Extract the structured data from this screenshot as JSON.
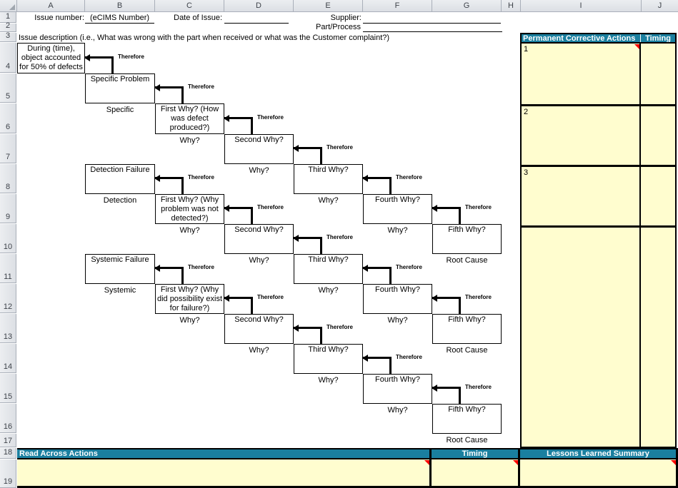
{
  "sheet": {
    "columns": [
      "A",
      "B",
      "C",
      "D",
      "E",
      "F",
      "G",
      "H",
      "I",
      "J"
    ],
    "rows": [
      "1",
      "2",
      "3",
      "4",
      "5",
      "6",
      "7",
      "8",
      "9",
      "10",
      "11",
      "12",
      "13",
      "14",
      "15",
      "16",
      "17",
      "18",
      "19"
    ]
  },
  "form": {
    "issue_number_label": "Issue number:",
    "issue_number_value": "(eCIMS Number)",
    "date_of_issue_label": "Date of Issue:",
    "supplier_label": "Supplier:",
    "part_process_label": "Part/Process",
    "issue_description_label": "Issue description (i.e., What was wrong with the part when received or what was the Customer complaint?)"
  },
  "diagram": {
    "therefore_label": "Therefore",
    "tiers": [
      {
        "name": "specific",
        "boxes": [
          {
            "text": "During (time), object accounted for 50% of defects",
            "label": ""
          },
          {
            "text": "Specific Problem",
            "label": "Specific"
          },
          {
            "text": "First Why? (How was defect produced?)",
            "label": "Why?"
          },
          {
            "text": "Second Why?",
            "label": "Why?"
          },
          {
            "text": "Third Why?",
            "label": "Why?"
          },
          {
            "text": "Fourth Why?",
            "label": "Why?"
          },
          {
            "text": "Fifth Why?",
            "label": "Root Cause"
          }
        ]
      },
      {
        "name": "detection",
        "boxes": [
          {
            "text": "Detection Failure",
            "label": "Detection"
          },
          {
            "text": "First Why? (Why problem was not detected?)",
            "label": "Why?"
          },
          {
            "text": "Second Why?",
            "label": "Why?"
          },
          {
            "text": "Third Why?",
            "label": "Why?"
          },
          {
            "text": "Fourth Why?",
            "label": "Why?"
          },
          {
            "text": "Fifth Why?",
            "label": "Root Cause"
          }
        ]
      },
      {
        "name": "systemic",
        "boxes": [
          {
            "text": "Systemic Failure",
            "label": "Systemic"
          },
          {
            "text": "First Why? (Why did possibility exist for failure?)",
            "label": "Why?"
          },
          {
            "text": "Second Why?",
            "label": "Why?"
          },
          {
            "text": "Third Why?",
            "label": "Why?"
          },
          {
            "text": "Fourth Why?",
            "label": "Why?"
          },
          {
            "text": "Fifth Why?",
            "label": "Root Cause"
          }
        ]
      }
    ]
  },
  "corrective_actions": {
    "header": "Permanent Corrective Actions",
    "timing_header": "Timing",
    "items": [
      {
        "number": "1",
        "action": "",
        "timing": ""
      },
      {
        "number": "2",
        "action": "",
        "timing": ""
      },
      {
        "number": "3",
        "action": "",
        "timing": ""
      },
      {
        "number": "",
        "action": "",
        "timing": ""
      }
    ]
  },
  "bottom": {
    "read_across_header": "Read Across Actions",
    "timing_header": "Timing",
    "lessons_header": "Lessons Learned Summary",
    "read_across_value": "",
    "timing_value": "",
    "lessons_value": ""
  },
  "colors": {
    "header_teal": "#1a7f9f",
    "cell_yellow": "#fffdcf",
    "comment_indicator_red": "#ff0000"
  }
}
